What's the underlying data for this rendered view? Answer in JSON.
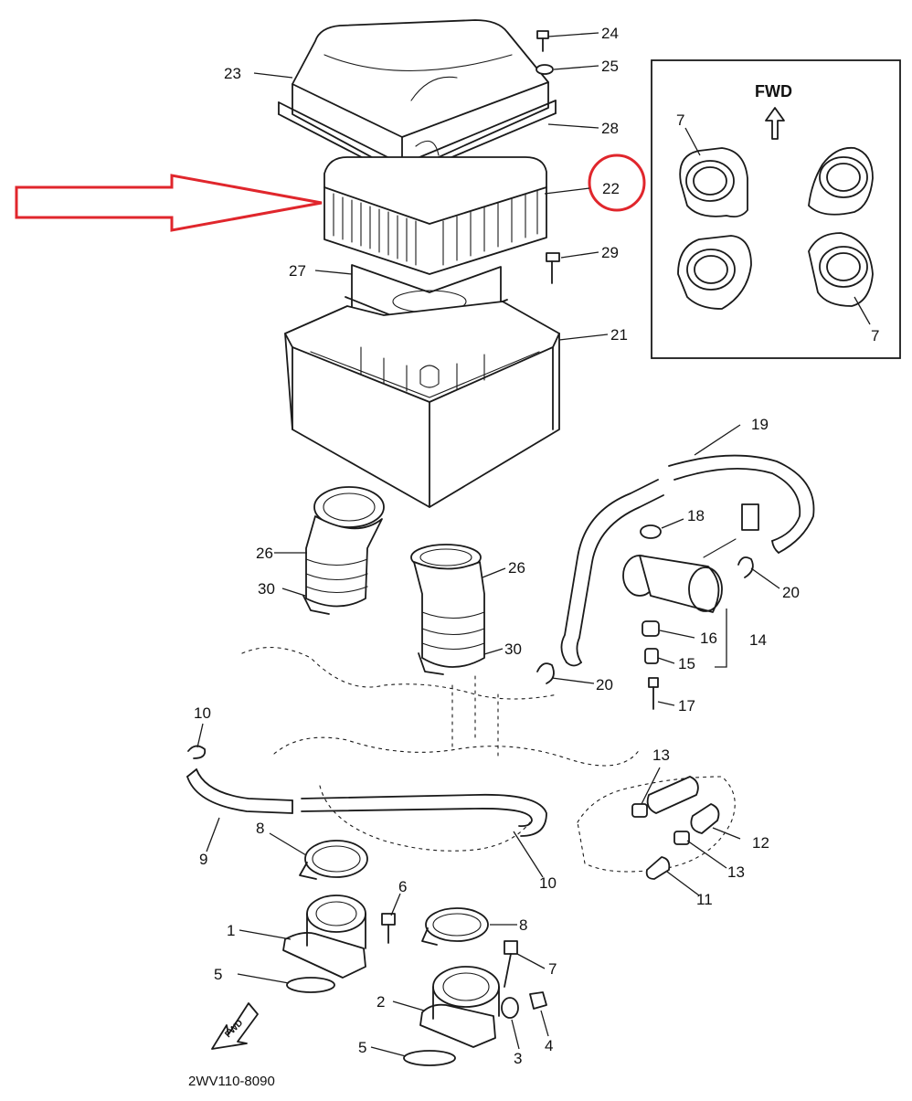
{
  "drawing_code": "2WV110-8090",
  "inset": {
    "fwd_label": "FWD"
  },
  "fwd_stamp": "FWD",
  "callouts": {
    "c1": "1",
    "c2": "2",
    "c3": "3",
    "c4": "4",
    "c5a": "5",
    "c5b": "5",
    "c6": "6",
    "c7a": "7",
    "c7b": "7",
    "c7c": "7",
    "c8a": "8",
    "c8b": "8",
    "c9": "9",
    "c10a": "10",
    "c10b": "10",
    "c11": "11",
    "c12": "12",
    "c13a": "13",
    "c13b": "13",
    "c14": "14",
    "c15": "15",
    "c16": "16",
    "c17": "17",
    "c18": "18",
    "c19": "19",
    "c20a": "20",
    "c20b": "20",
    "c21": "21",
    "c22": "22",
    "c23": "23",
    "c24": "24",
    "c25": "25",
    "c26a": "26",
    "c26b": "26",
    "c27": "27",
    "c28": "28",
    "c29": "29",
    "c30a": "30",
    "c30b": "30"
  },
  "highlight": {
    "color": "#e0262c",
    "target": "22"
  }
}
